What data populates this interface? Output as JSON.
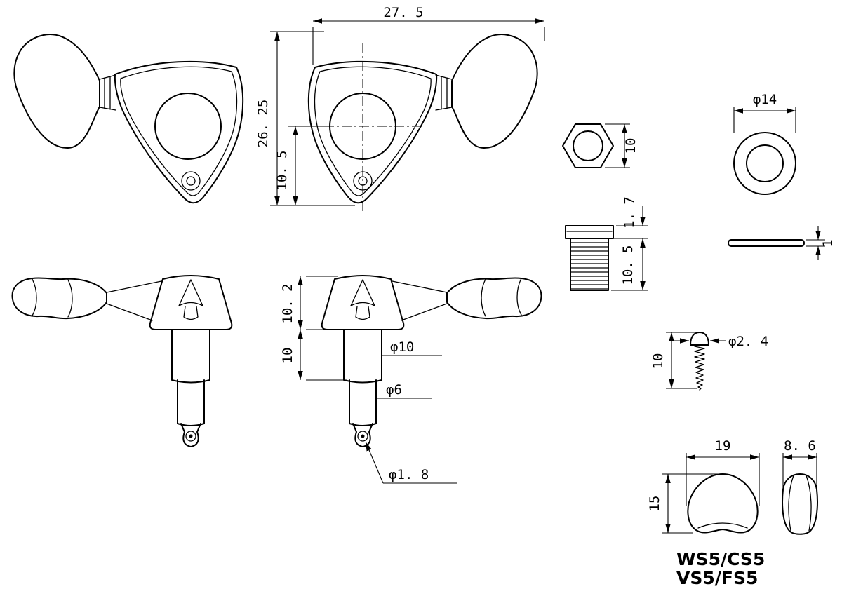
{
  "drawing": {
    "dimensions": {
      "overall_length": "27. 5",
      "height_total": "26. 25",
      "height_post_center": "10. 5",
      "nut_across_flats": "10",
      "washer_od": "φ14",
      "washer_thickness": "1",
      "bushing_flange": "1. 7",
      "bushing_thread_length": "10. 5",
      "housing_depth": "10. 2",
      "post_length": "10",
      "post_dia": "φ10",
      "shaft_dia": "φ6",
      "tip_hole_dia": "φ1. 8",
      "screw_head_dia": "φ2. 4",
      "screw_length": "10",
      "button_width": "19",
      "button_height": "15",
      "button_thickness": "8. 6"
    },
    "models": {
      "line1": "WS5/CS5",
      "line2": "VS5/FS5"
    }
  }
}
